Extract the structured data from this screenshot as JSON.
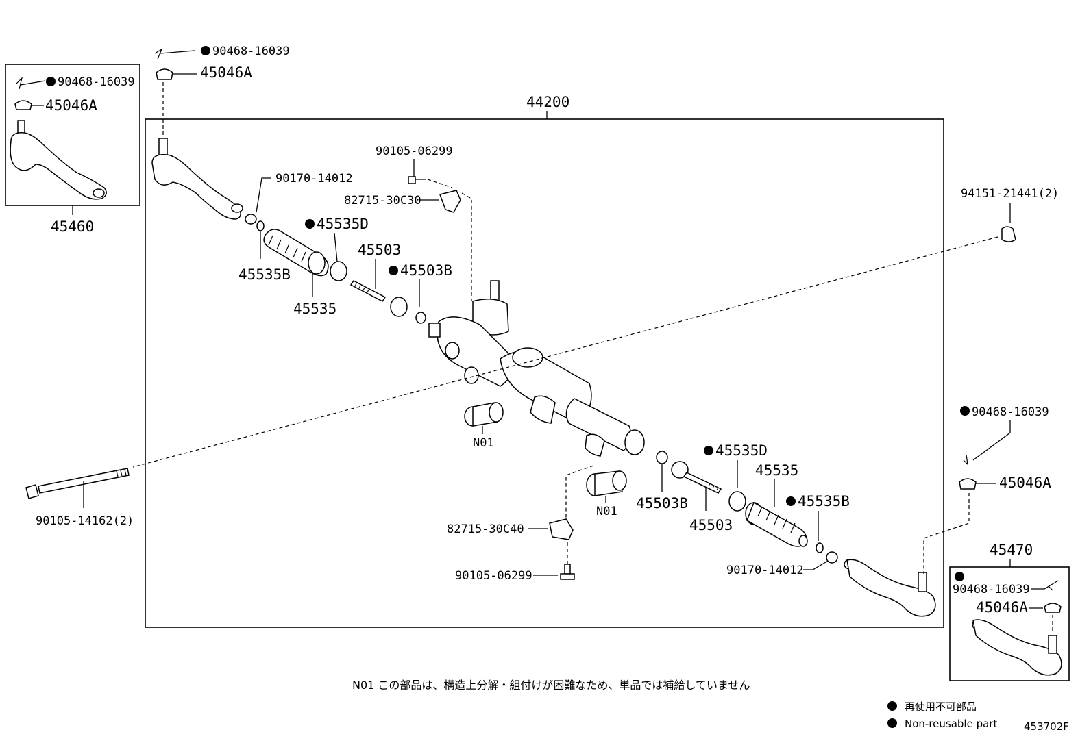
{
  "diagram_id": "453702F",
  "assembly_label": "44200",
  "labels": {
    "pin_tl_box": "90468-16039",
    "nut_tl_box": "45046A",
    "box_left_part": "45460",
    "pin_top": "90468-16039",
    "nut_top": "45046A",
    "clip_bolt_top": "90105-06299",
    "clamp_left": "90170-14012",
    "bracket_top": "82715-30C30",
    "clip_45535d_left": "45535D",
    "ring_45535b_left": "45535B",
    "boot_left": "45535",
    "tie_rod_left": "45503",
    "washer_45503b_left": "45503B",
    "nut_right": "94151-21441(2)",
    "bolt_long": "90105-14162(2)",
    "no1_left": "N01",
    "no1_right": "N01",
    "clip_45535d_right": "45535D",
    "boot_right": "45535",
    "washer_45503b_right": "45503B",
    "tie_rod_right": "45503",
    "ring_45535b_right": "45535B",
    "bracket_bottom": "82715-30C40",
    "clip_bolt_bottom": "90105-06299",
    "clamp_right": "90170-14012",
    "pin_right": "90468-16039",
    "nut_right_end": "45046A",
    "box_right_part": "45470",
    "pin_br_box": "90468-16039",
    "nut_br_box": "45046A"
  },
  "note": "N01 この部品は、構造上分解・組付けが困難なため、単品では補給していません",
  "legend": {
    "jp": "再使用不可部品",
    "en": "Non-reusable part"
  },
  "colors": {
    "ink": "#000000",
    "paper": "#ffffff"
  }
}
